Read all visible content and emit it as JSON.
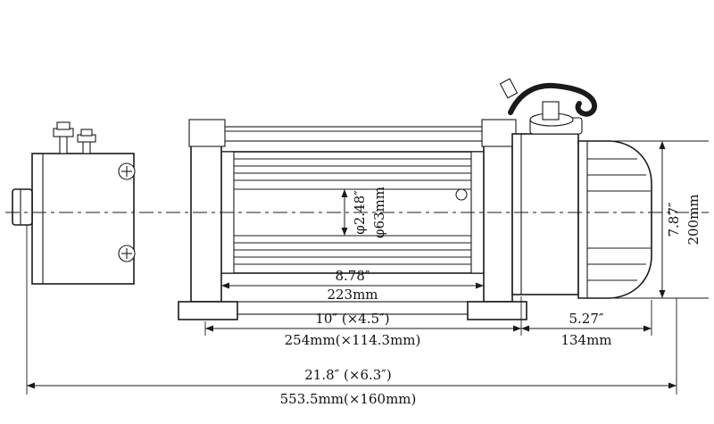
{
  "colors": {
    "background": "#ffffff",
    "line": "#1a1a1a"
  },
  "diagram": {
    "kind": "technical-drawing",
    "dimensions": {
      "drum_diameter_in": "φ2.48″",
      "drum_diameter_mm": "φ63mm",
      "drum_length_in": "8.78″",
      "drum_length_mm": "223mm",
      "mount_length_in": "10″ (×4.5″)",
      "mount_length_mm": "254mm(×114.3mm)",
      "motor_length_in": "5.27″",
      "motor_length_mm": "134mm",
      "overall_length_in": "21.8″ (×6.3″)",
      "overall_length_mm": "553.5mm(×160mm)",
      "overall_height_in": "7.87″",
      "overall_height_mm": "200mm"
    }
  }
}
